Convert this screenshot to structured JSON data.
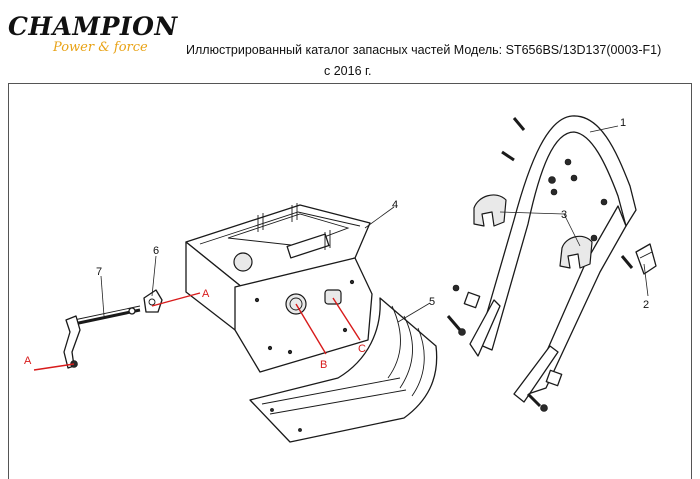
{
  "header": {
    "brand": "CHAMPION",
    "tagline": "Power & force",
    "title": "Иллюстрированный каталог запасных частей Модель: ST656BS/13D137(0003-F1)",
    "subtitle": "с 2016 г."
  },
  "callouts": {
    "handle": "1",
    "bracket": "2",
    "clamp": "3",
    "housing": "4",
    "chute_deflector": "5",
    "lever": "6",
    "rod": "7"
  },
  "markers": {
    "a_left": "A",
    "a_right": "A",
    "b": "B",
    "c": "C"
  },
  "colors": {
    "brand_accent": "#e8a215",
    "marker_red": "#d81b1b"
  }
}
